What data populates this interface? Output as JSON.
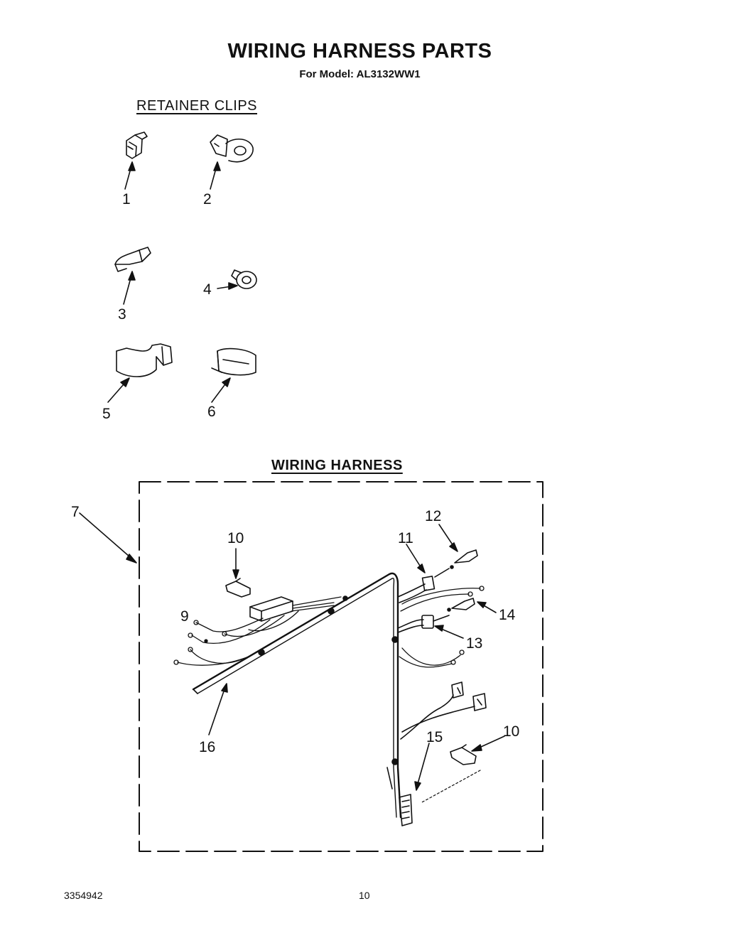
{
  "title": "WIRING HARNESS PARTS",
  "subtitle": "For Model: AL3132WW1",
  "sections": {
    "retainer_clips": "RETAINER CLIPS",
    "wiring_harness": "WIRING HARNESS"
  },
  "callouts": {
    "c1": "1",
    "c2": "2",
    "c3": "3",
    "c4": "4",
    "c5": "5",
    "c6": "6",
    "c7": "7",
    "c9": "9",
    "c10a": "10",
    "c10b": "10",
    "c11": "11",
    "c12": "12",
    "c13": "13",
    "c14": "14",
    "c15": "15",
    "c16": "16"
  },
  "footer": {
    "doc_number": "3354942",
    "page_number": "10"
  }
}
